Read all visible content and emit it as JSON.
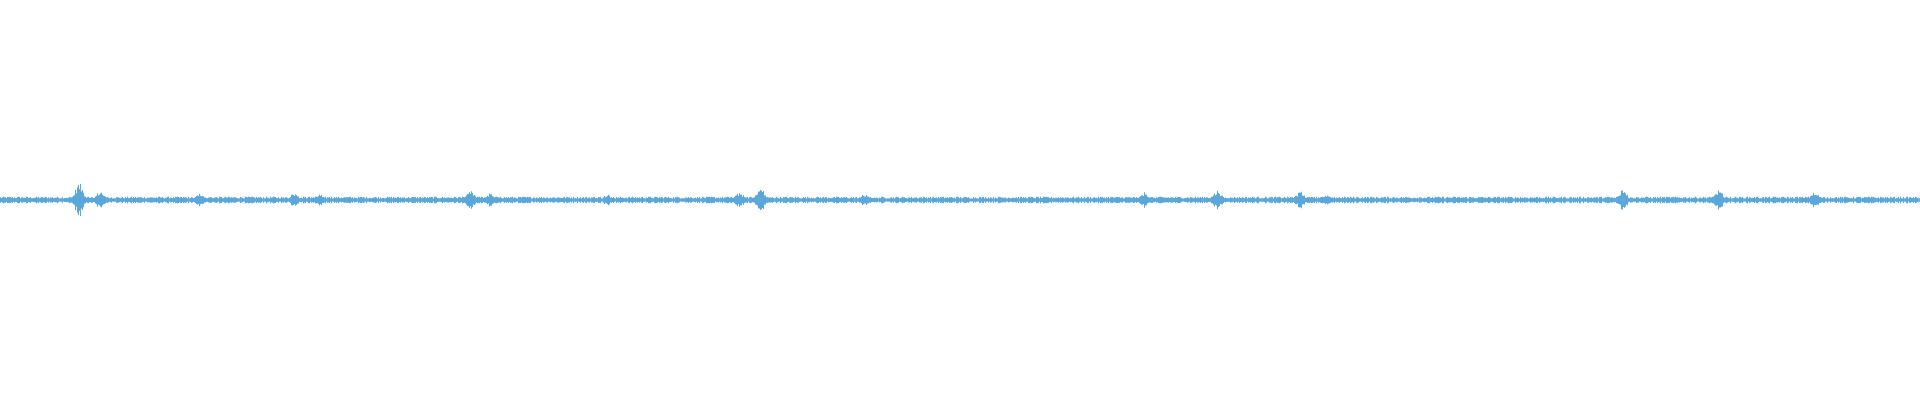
{
  "waveform": {
    "color": "#5aa7dc",
    "background": "#ffffff",
    "baseline_amplitude": 0.012,
    "bursts": [
      {
        "pos": 0.041,
        "amp": 0.085
      },
      {
        "pos": 0.052,
        "amp": 0.045
      },
      {
        "pos": 0.104,
        "amp": 0.035
      },
      {
        "pos": 0.153,
        "amp": 0.035
      },
      {
        "pos": 0.166,
        "amp": 0.03
      },
      {
        "pos": 0.245,
        "amp": 0.045
      },
      {
        "pos": 0.255,
        "amp": 0.035
      },
      {
        "pos": 0.316,
        "amp": 0.03
      },
      {
        "pos": 0.385,
        "amp": 0.04
      },
      {
        "pos": 0.396,
        "amp": 0.06
      },
      {
        "pos": 0.45,
        "amp": 0.03
      },
      {
        "pos": 0.596,
        "amp": 0.04
      },
      {
        "pos": 0.634,
        "amp": 0.05
      },
      {
        "pos": 0.677,
        "amp": 0.045
      },
      {
        "pos": 0.69,
        "amp": 0.03
      },
      {
        "pos": 0.845,
        "amp": 0.055
      },
      {
        "pos": 0.895,
        "amp": 0.05
      },
      {
        "pos": 0.945,
        "amp": 0.04
      }
    ]
  }
}
